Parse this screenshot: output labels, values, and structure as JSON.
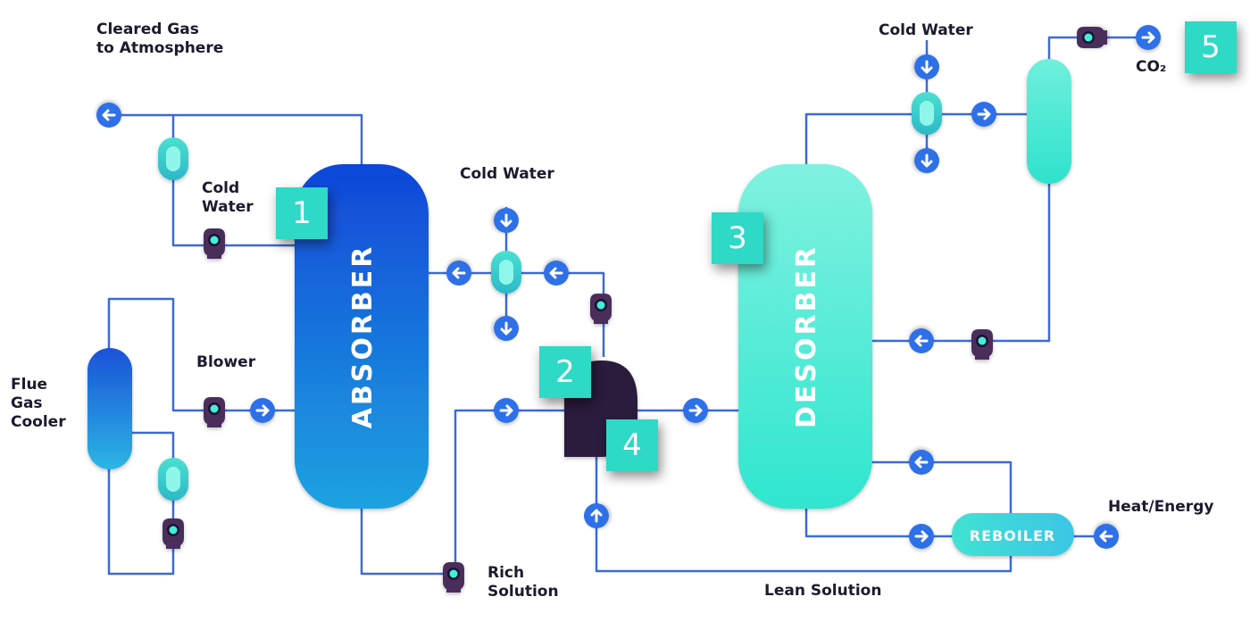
{
  "labels": {
    "cleared_gas": "Cleared Gas\nto Atmosphere",
    "cold_water_left": "Cold\nWater",
    "cold_water_mid": "Cold Water",
    "cold_water_right": "Cold Water",
    "co2": "CO₂",
    "flue_gas_cooler": "Flue\nGas\nCooler",
    "blower": "Blower",
    "rich_solution": "Rich\nSolution",
    "lean_solution": "Lean Solution",
    "heat_energy": "Heat/Energy"
  },
  "vessels": {
    "absorber": "ABSORBER",
    "desorber": "DESORBER",
    "reboiler": "REBOILER"
  },
  "badges": [
    "1",
    "2",
    "3",
    "4",
    "5"
  ],
  "colors": {
    "pipe": "#3a6bd8",
    "arrow": "#2f6fe8",
    "badge": "#2ed9c6",
    "pump": "#4a2f5c",
    "absorber_top": "#1046d8",
    "absorber_bottom": "#1fa3e0",
    "desorber": "#46f0d6"
  },
  "icons": {
    "arrow": "arrow-circle-icon",
    "pump": "pump-icon",
    "heat_exchanger": "heat-exchanger-icon"
  }
}
